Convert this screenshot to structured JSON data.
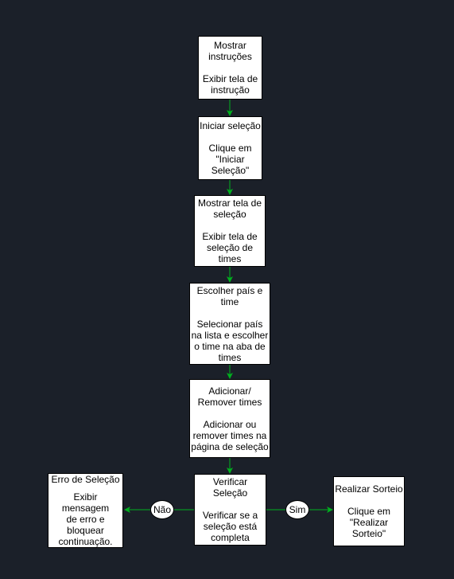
{
  "colors": {
    "background": "#1b2029",
    "node_fill": "#ffffff",
    "node_border": "#000000",
    "edge": "#00b01e"
  },
  "nodes": {
    "mostrar_instrucoes": {
      "title": [
        "Mostrar",
        "instruções"
      ],
      "body": [
        "Exibir tela de",
        "instrução"
      ]
    },
    "iniciar_selecao": {
      "title": [
        "Iniciar seleção"
      ],
      "body": [
        "Clique em",
        "\"Iniciar",
        "Seleção\""
      ]
    },
    "mostrar_tela_selecao": {
      "title": [
        "Mostrar tela de",
        "seleção"
      ],
      "body": [
        "Exibir tela de",
        "seleção de",
        "times"
      ]
    },
    "escolher_pais_time": {
      "title": [
        "Escolher país e",
        "time"
      ],
      "body": [
        "Selecionar país",
        "na lista e escolher",
        "o time na aba de",
        "times"
      ]
    },
    "adicionar_remover": {
      "title": [
        "Adicionar/",
        "Remover times"
      ],
      "body": [
        "Adicionar ou",
        "remover times na",
        "página de seleção"
      ]
    },
    "verificar_selecao": {
      "title": [
        "Verificar",
        "Seleção"
      ],
      "body": [
        "Verificar se a",
        "seleção está",
        "completa"
      ]
    },
    "erro_selecao": {
      "title": [
        "Erro de Seleção"
      ],
      "body": [
        "Exibir mensagem",
        "de erro e",
        "bloquear",
        "continuação."
      ]
    },
    "realizar_sorteio": {
      "title": [
        "Realizar Sorteio"
      ],
      "body": [
        "Clique em",
        "\"Realizar",
        "Sorteio\""
      ]
    }
  },
  "edge_labels": {
    "nao": "Não",
    "sim": "Sim"
  }
}
